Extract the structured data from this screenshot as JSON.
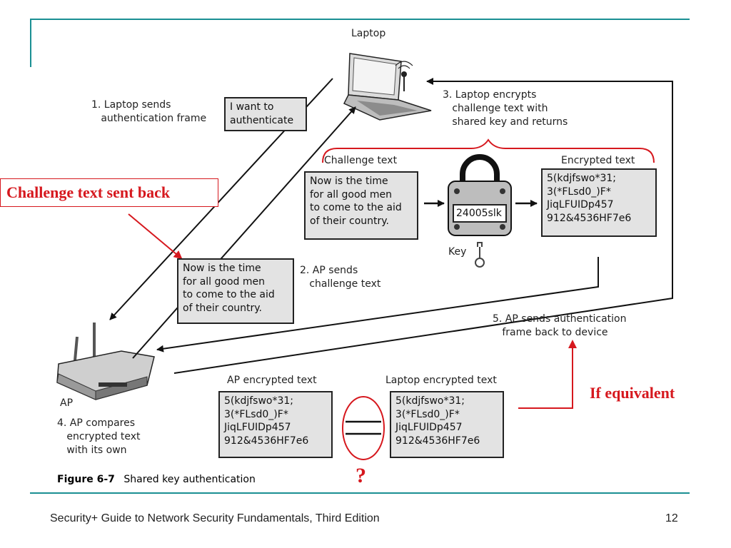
{
  "labels": {
    "laptop": "Laptop",
    "step1": "1. Laptop sends\n   authentication frame",
    "step2": "2. AP sends\n   challenge text",
    "step3": "3. Laptop encrypts\n   challenge text with\n   shared key and returns",
    "step4": "4. AP compares\n   encrypted text\n   with its own",
    "step5": "5. AP sends authentication\n   frame back to device",
    "ap": "AP",
    "challenge_text": "Challenge text",
    "encrypted_text": "Encrypted text",
    "ap_encrypted_text": "AP encrypted text",
    "laptop_encrypted_text": "Laptop encrypted text",
    "key": "Key"
  },
  "boxes": {
    "auth_request": "I want to\nauthenticate",
    "challenge_top": "Now is the time\nfor all good men\nto come to the aid\nof their country.",
    "challenge_mid": "Now is the time\nfor all good men\nto come to the aid\nof their country.",
    "encrypted_top": "5(kdjfswo*31;\n3(*FLsd0_)F*\nJiqLFUIDp457\n912&4536HF7e6",
    "ap_encrypted": "5(kdjfswo*31;\n3(*FLsd0_)F*\nJiqLFUIDp457\n912&4536HF7e6",
    "laptop_encrypted": "5(kdjfswo*31;\n3(*FLsd0_)F*\nJiqLFUIDp457\n912&4536HF7e6",
    "lock_key": "24005slk"
  },
  "annotations": {
    "challenge_sent_back": "Challenge text sent back",
    "if_equivalent": "If equivalent",
    "question_mark": "?"
  },
  "caption": {
    "label": "Figure 6-7",
    "text": "Shared key authentication"
  },
  "footer": {
    "book_title": "Security+ Guide to Network Security Fundamentals, Third Edition",
    "page_number": "12"
  },
  "colors": {
    "accent_teal": "#1a8f93",
    "annotation_red": "#d6181e",
    "box_fill": "#e3e3e3"
  }
}
